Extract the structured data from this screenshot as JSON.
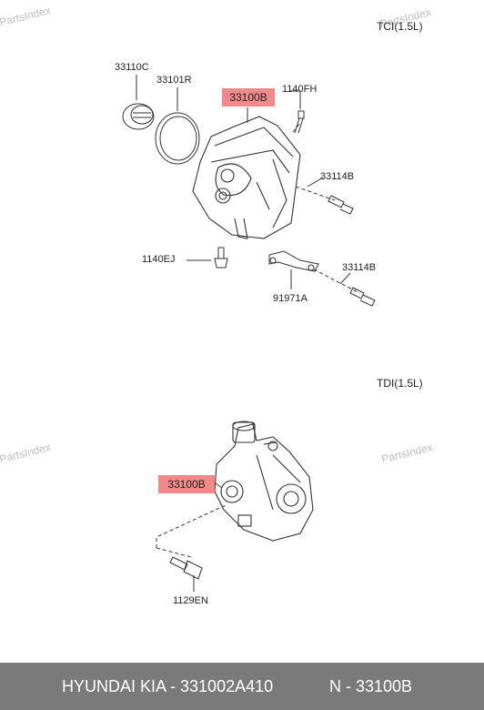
{
  "watermark": "PartsIndex",
  "section_tci": {
    "title": "TCI(1.5L)",
    "parts": {
      "p33110C": "33110C",
      "p33101R": "33101R",
      "p33100B": "33100B",
      "p1140FH": "1140FH",
      "p33114B_a": "33114B",
      "p1140EJ": "1140EJ",
      "p33114B_b": "33114B",
      "p91971A": "91971A"
    }
  },
  "section_tdi": {
    "title": "TDI(1.5L)",
    "parts": {
      "p33100B": "33100B",
      "p1129EN": "1129EN"
    }
  },
  "colors": {
    "highlight": "#f08a8a",
    "footer_bg": "#7a7a7a",
    "watermark": "#bdbdbd"
  },
  "footer": {
    "brand": "HYUNDAI  KIA - 331002A410",
    "part_number": "N - 33100B"
  }
}
